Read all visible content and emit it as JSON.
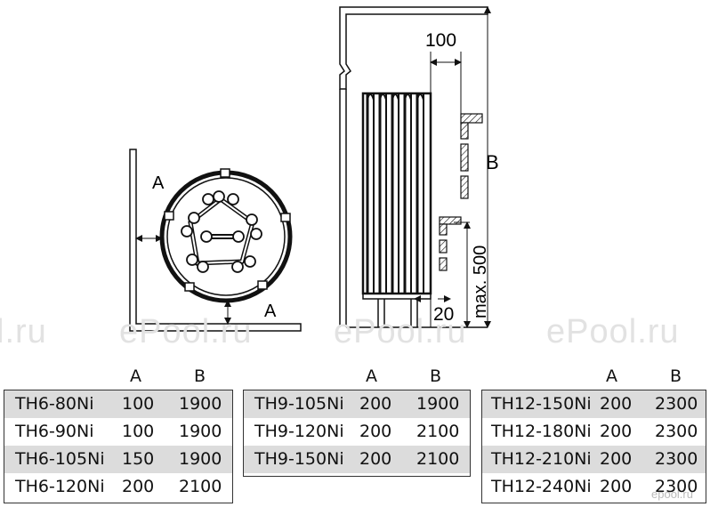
{
  "diagram": {
    "label_a_top": "A",
    "label_a_bottom": "A",
    "label_100": "100",
    "label_b": "B",
    "label_max500": "max. 500",
    "label_20": "20"
  },
  "watermark": {
    "texts": [
      "l.ru",
      "ePool.ru",
      "ePool.ru",
      "ePool.ru"
    ],
    "corner": "epool.ru"
  },
  "tables": [
    {
      "header_a": "A",
      "header_b": "B",
      "rows": [
        {
          "model": "TH6-80Ni",
          "a": "100",
          "b": "1900"
        },
        {
          "model": "TH6-90Ni",
          "a": "100",
          "b": "1900"
        },
        {
          "model": "TH6-105Ni",
          "a": "150",
          "b": "1900"
        },
        {
          "model": "TH6-120Ni",
          "a": "200",
          "b": "2100"
        }
      ]
    },
    {
      "header_a": "A",
      "header_b": "B",
      "rows": [
        {
          "model": "TH9-105Ni",
          "a": "200",
          "b": "1900"
        },
        {
          "model": "TH9-120Ni",
          "a": "200",
          "b": "2100"
        },
        {
          "model": "TH9-150Ni",
          "a": "200",
          "b": "2100"
        }
      ]
    },
    {
      "header_a": "A",
      "header_b": "B",
      "rows": [
        {
          "model": "TH12-150Ni",
          "a": "200",
          "b": "2300"
        },
        {
          "model": "TH12-180Ni",
          "a": "200",
          "b": "2300"
        },
        {
          "model": "TH12-210Ni",
          "a": "200",
          "b": "2300"
        },
        {
          "model": "TH12-240Ni",
          "a": "200",
          "b": "2300"
        }
      ]
    }
  ]
}
